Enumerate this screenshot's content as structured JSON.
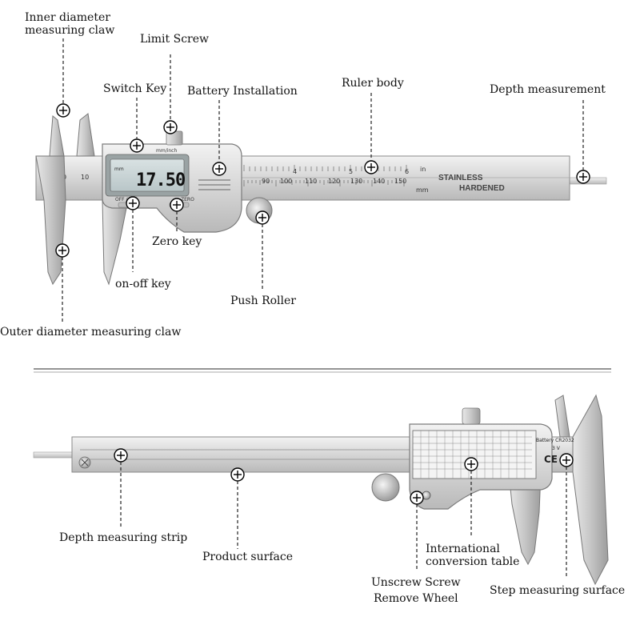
{
  "labels": {
    "inner_claw": [
      "Inner diameter",
      "measuring claw"
    ],
    "limit_screw": "Limit Screw",
    "switch_key": "Switch Key",
    "battery_installation": "Battery Installation",
    "ruler_body": "Ruler body",
    "depth_measurement": "Depth measurement",
    "zero_key": "Zero key",
    "on_off_key": "on-off key",
    "push_roller": "Push Roller",
    "outer_claw": "Outer diameter measuring claw",
    "depth_strip": "Depth measuring strip",
    "product_surface": "Product surface",
    "conversion_table": [
      "International",
      "conversion table"
    ],
    "unscrew": [
      "Unscrew Screw",
      "Remove Wheel"
    ],
    "step_surface": "Step measuring surface"
  },
  "caliper": {
    "display_value": "17.50",
    "unit_mm": "mm",
    "unit_toggle": "mm/inch",
    "off_on": "OFF / ON",
    "zero_btn": "ZERO",
    "stainless": "STAINLESS",
    "hardened": "HARDENED",
    "scale_in": "in",
    "scale_mm": "mm",
    "mm_ticks": [
      "0",
      "10",
      "90",
      "100",
      "110",
      "120",
      "130",
      "140",
      "150"
    ],
    "in_ticks": [
      "4",
      "5",
      "6"
    ],
    "battery": "Battery CR2032",
    "battery_volt": "3 V",
    "ce_mark": "CE"
  }
}
